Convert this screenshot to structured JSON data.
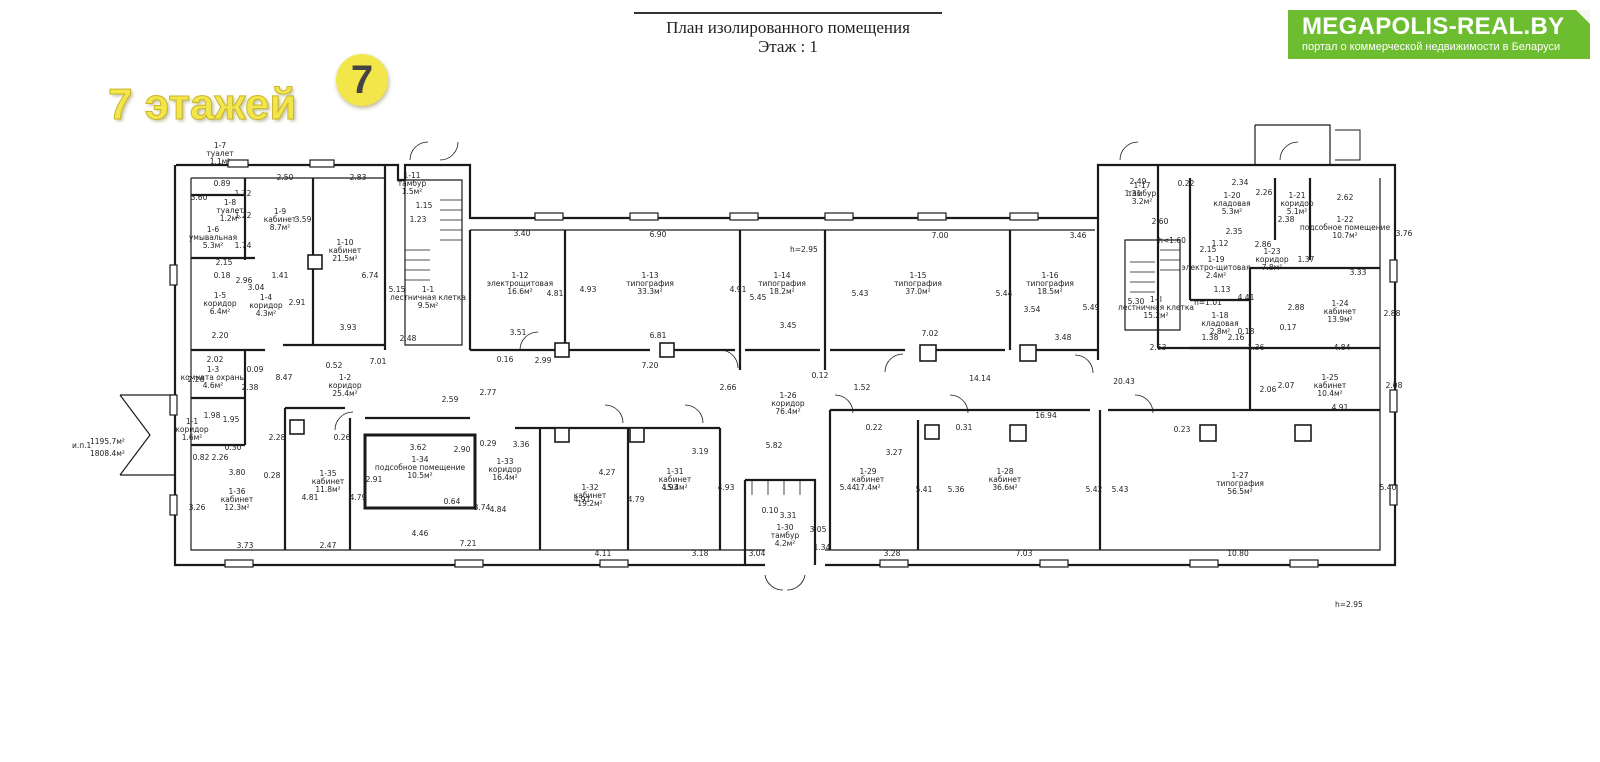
{
  "header": {
    "title": "План изолированного помещения",
    "floor_label": "Этаж : 1"
  },
  "brand": {
    "name": "MEGAPOLIS-REAL.BY",
    "tagline": "портал о коммерческой недвижимости в Беларуси",
    "color": "#6cbd2f"
  },
  "overlay": {
    "floors_text": "7 этажей",
    "badge_number": "7",
    "accent_color": "#f2e64a"
  },
  "plan": {
    "ceiling_height": "h=2.95",
    "ceiling_height_corridor": "h=2.95",
    "area_totals": [
      "1195.7м²",
      "1808.4м²"
    ],
    "area_prefix": "и.п.1",
    "rooms": [
      {
        "id": "1-7",
        "name": "туалет",
        "area": "1.1м²"
      },
      {
        "id": "1-8",
        "name": "туалет",
        "area": "1.2м²"
      },
      {
        "id": "1-6",
        "name": "умывальная",
        "area": "5.3м²"
      },
      {
        "id": "1-9",
        "name": "кабинет",
        "area": "8.7м²"
      },
      {
        "id": "1-10",
        "name": "кабинет",
        "area": "21.5м²"
      },
      {
        "id": "1-11",
        "name": "тамбур",
        "area": "1.5м²"
      },
      {
        "id": "1-1",
        "name": "лестничная клетка",
        "area": "9.5м²"
      },
      {
        "id": "1-5",
        "name": "коридор",
        "area": "6.4м²"
      },
      {
        "id": "1-4",
        "name": "коридор",
        "area": "4.3м²"
      },
      {
        "id": "1-3",
        "name": "комната охраны",
        "area": "4.6м²"
      },
      {
        "id": "1-2",
        "name": "коридор",
        "area": "25.4м²"
      },
      {
        "id": "1-1",
        "name": "коридор",
        "area": "1.6м²"
      },
      {
        "id": "1-36",
        "name": "кабинет",
        "area": "12.3м²"
      },
      {
        "id": "1-35",
        "name": "кабинет",
        "area": "11.8м²"
      },
      {
        "id": "1-34",
        "name": "подсобное помещение",
        "area": "10.5м²"
      },
      {
        "id": "1-33",
        "name": "коридор",
        "area": "16.4м²"
      },
      {
        "id": "1-12",
        "name": "электрощитовая",
        "area": "16.6м²"
      },
      {
        "id": "1-13",
        "name": "типография",
        "area": "33.3м²"
      },
      {
        "id": "1-14",
        "name": "типография",
        "area": "18.2м²"
      },
      {
        "id": "1-15",
        "name": "типография",
        "area": "37.0м²"
      },
      {
        "id": "1-16",
        "name": "типография",
        "area": "18.5м²"
      },
      {
        "id": "1-26",
        "name": "коридор",
        "area": "76.4м²"
      },
      {
        "id": "1-32",
        "name": "кабинет",
        "area": "19.2м²"
      },
      {
        "id": "1-31",
        "name": "кабинет",
        "area": "15.4м²"
      },
      {
        "id": "1-30",
        "name": "тамбур",
        "area": "4.2м²"
      },
      {
        "id": "1-29",
        "name": "кабинет",
        "area": "17.4м²"
      },
      {
        "id": "1-28",
        "name": "кабинет",
        "area": "36.6м²"
      },
      {
        "id": "1-27",
        "name": "типография",
        "area": "56.5м²"
      },
      {
        "id": "1-17",
        "name": "тамбур",
        "area": "3.2м²"
      },
      {
        "id": "1-II",
        "name": "лестничная клетка",
        "area": "15.2м²"
      },
      {
        "id": "1-20",
        "name": "кладовая",
        "area": "5.3м²"
      },
      {
        "id": "1-21",
        "name": "коридор",
        "area": "5.1м²"
      },
      {
        "id": "1-22",
        "name": "подсобное помещение",
        "area": "10.7м²"
      },
      {
        "id": "1-19",
        "name": "электро-щитовая",
        "area": "2.4м²"
      },
      {
        "id": "1-23",
        "name": "коридор",
        "area": "7.8м²"
      },
      {
        "id": "1-18",
        "name": "кладовая",
        "area": "2.8м²"
      },
      {
        "id": "1-24",
        "name": "кабинет",
        "area": "13.9м²"
      },
      {
        "id": "1-25",
        "name": "кабинет",
        "area": "10.4м²"
      }
    ],
    "dimensions": [
      "2.50",
      "2.83",
      "3.60",
      "0.89",
      "1.32",
      "1.22",
      "3.59",
      "6.74",
      "2.15",
      "1.74",
      "2.96",
      "3.04",
      "1.41",
      "2.91",
      "2.20",
      "3.93",
      "0.18",
      "5.15",
      "1.23",
      "1.15",
      "2.48",
      "7.01",
      "0.52",
      "8.47",
      "2.02",
      "2.26",
      "2.38",
      "0.09",
      "1.98",
      "1.95",
      "0.30",
      "0.82",
      "2.26",
      "3.80",
      "3.26",
      "3.73",
      "2.28",
      "0.28",
      "4.81",
      "2.47",
      "0.26",
      "4.79",
      "3.62",
      "2.90",
      "2.91",
      "0.64",
      "3.74",
      "4.46",
      "7.21",
      "0.29",
      "4.84",
      "2.59",
      "2.77",
      "3.36",
      "3.40",
      "4.81",
      "3.51",
      "0.16",
      "2.99",
      "6.90",
      "4.93",
      "6.81",
      "7.20",
      "4.91",
      "5.45",
      "3.45",
      "2.66",
      "0.12",
      "1.52",
      "7.00",
      "5.43",
      "7.02",
      "5.44",
      "3.46",
      "3.54",
      "5.49",
      "3.48",
      "14.14",
      "20.43",
      "4.27",
      "4.91",
      "4.79",
      "4.93",
      "3.19",
      "4.93",
      "4.11",
      "3.18",
      "5.82",
      "3.31",
      "0.10",
      "3.05",
      "3.04",
      "1.34",
      "0.22",
      "3.27",
      "5.44",
      "5.41",
      "0.31",
      "5.36",
      "16.94",
      "5.42",
      "3.28",
      "7.03",
      "0.23",
      "5.43",
      "5.40",
      "10.80",
      "2.49",
      "1.31",
      "0.22",
      "2.60",
      "h<1.60",
      "5.30",
      "2.63",
      "2.34",
      "2.26",
      "2.35",
      "2.38",
      "2.62",
      "3.76",
      "2.15",
      "2.86",
      "1.12",
      "1.37",
      "3.33",
      "1.13",
      "4.41",
      "h=1.01",
      "2.88",
      "0.17",
      "2.88",
      "0.18",
      "1.38",
      "2.16",
      "1.36",
      "4.84",
      "2.06",
      "2.07",
      "2.08",
      "4.91"
    ]
  }
}
